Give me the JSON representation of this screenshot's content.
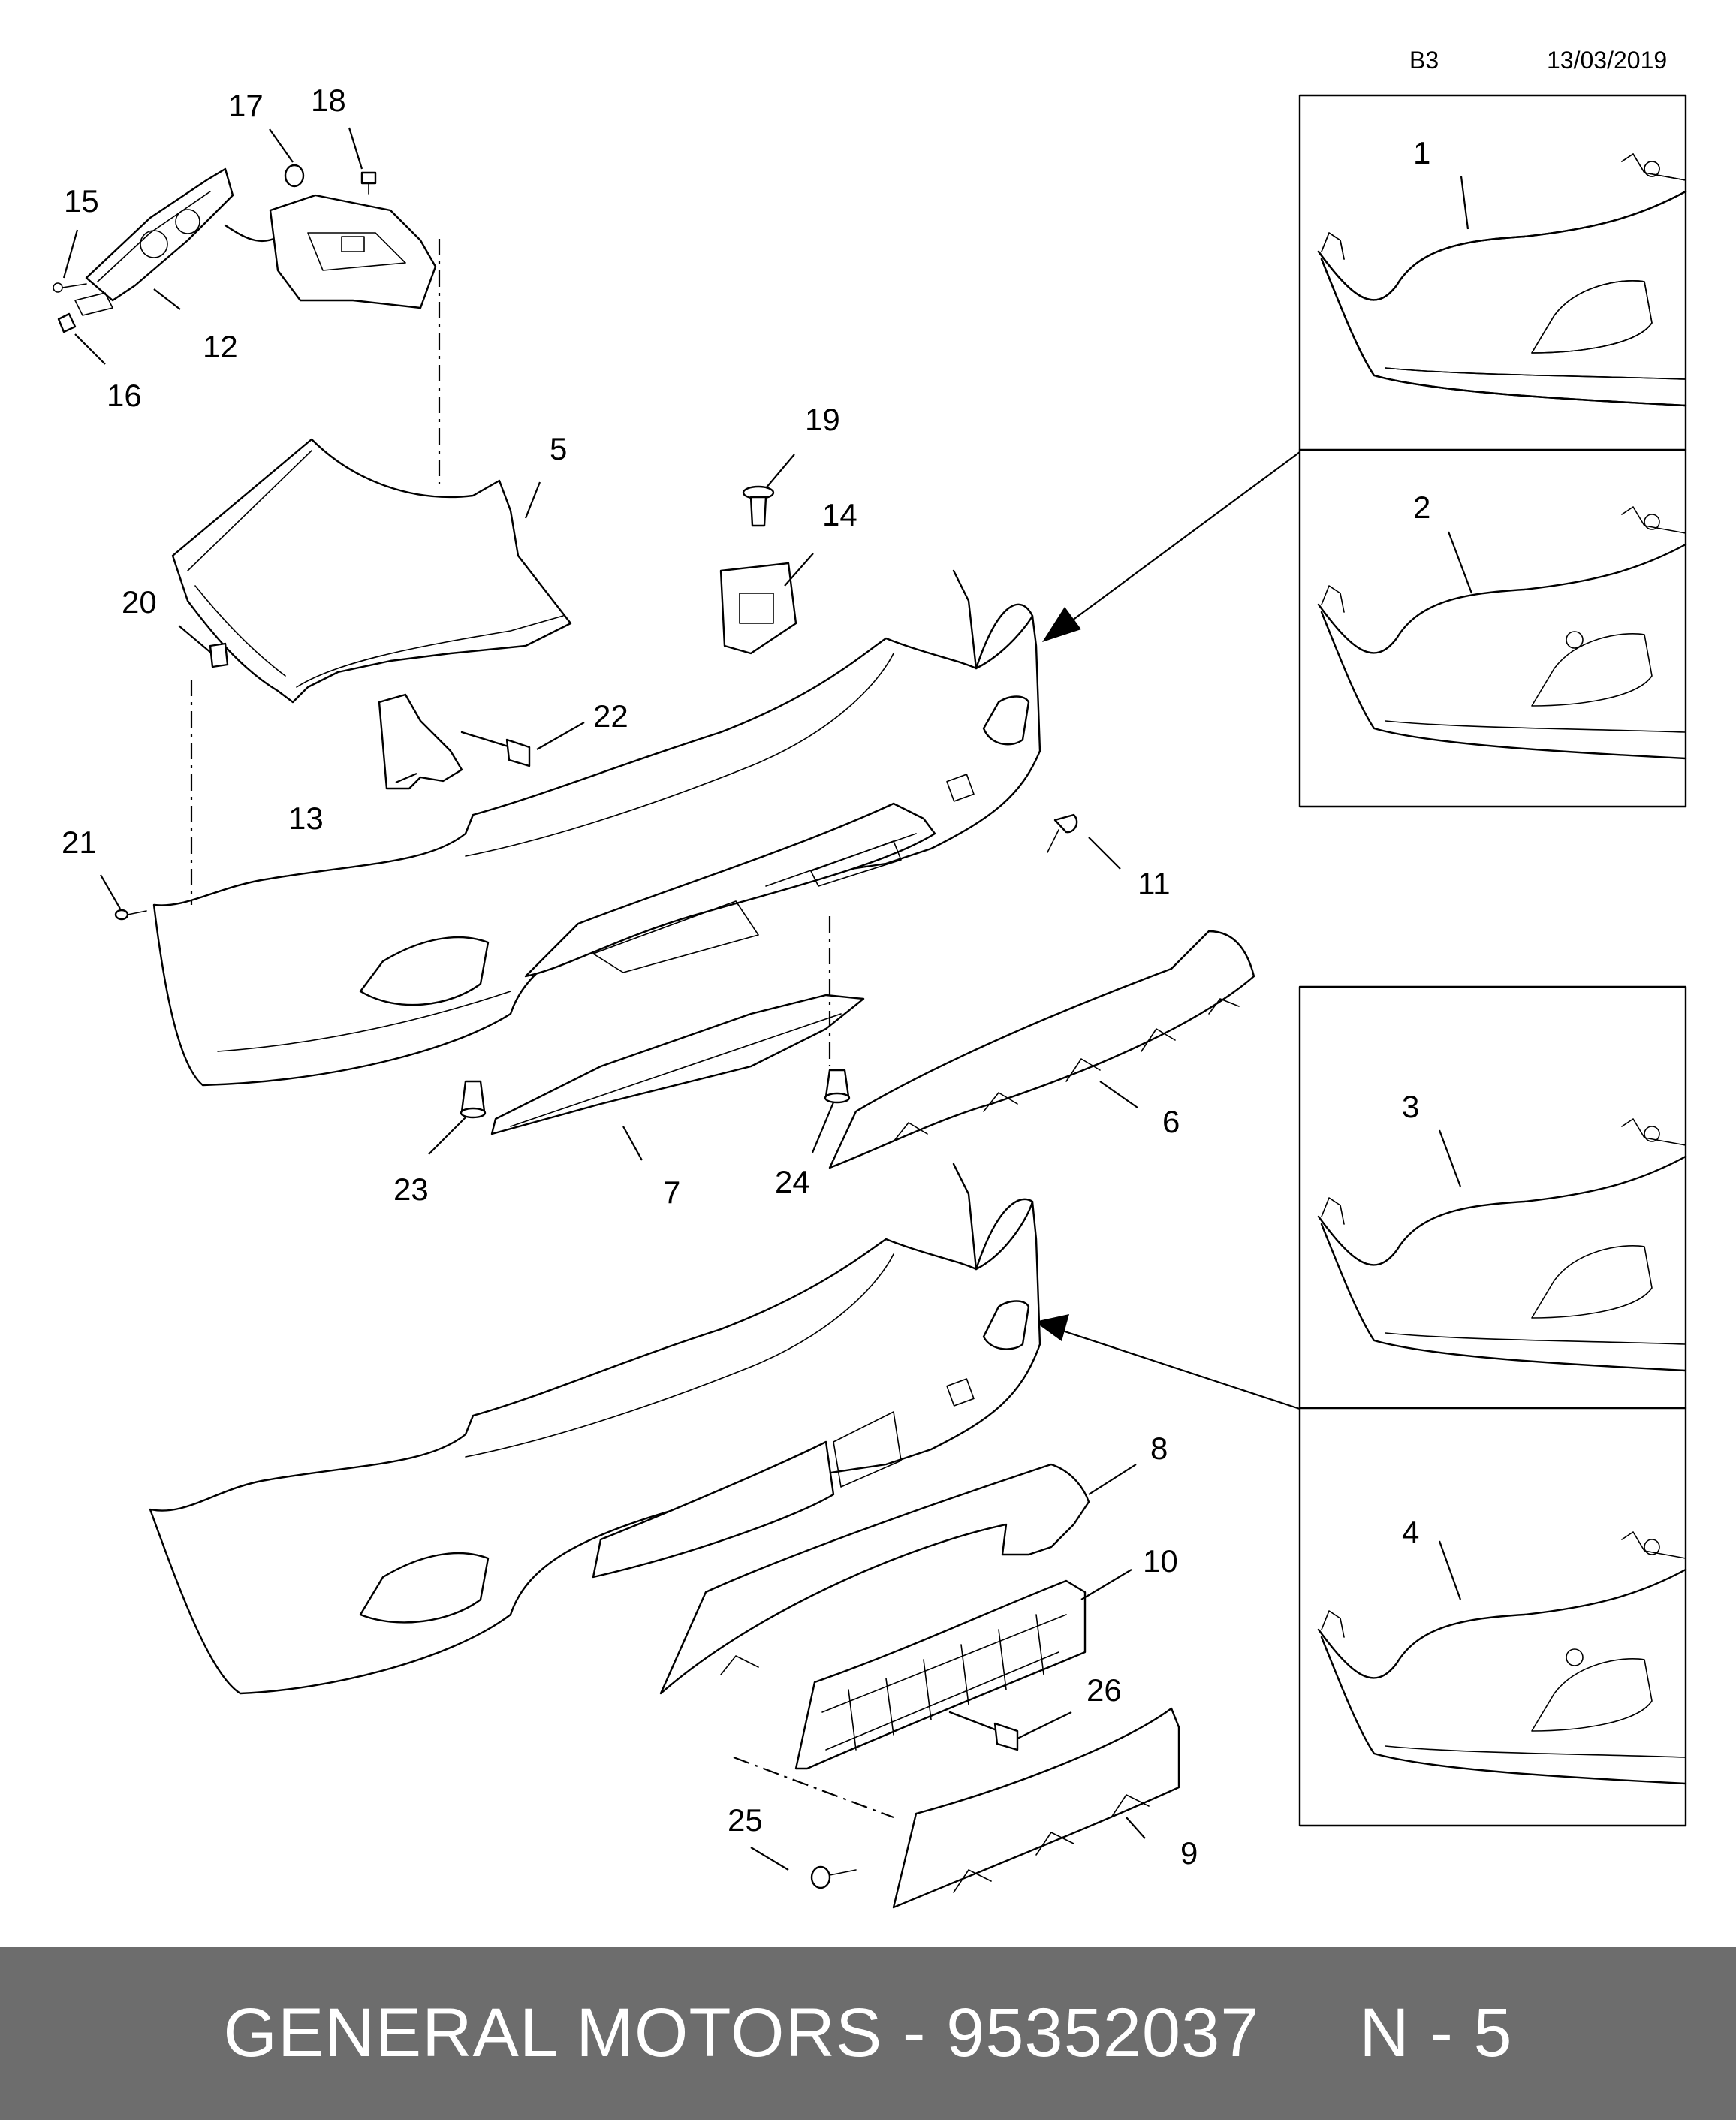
{
  "header": {
    "section_code": "B3",
    "date": "13/03/2019"
  },
  "callouts": [
    "1",
    "2",
    "3",
    "4",
    "5",
    "6",
    "7",
    "8",
    "9",
    "10",
    "11",
    "12",
    "13",
    "14",
    "15",
    "16",
    "17",
    "18",
    "19",
    "20",
    "21",
    "22",
    "23",
    "24",
    "25",
    "26"
  ],
  "footer": {
    "manufacturer": "GENERAL MOTORS",
    "separator": " - ",
    "part_number": "95352037",
    "page": "N - 5"
  }
}
